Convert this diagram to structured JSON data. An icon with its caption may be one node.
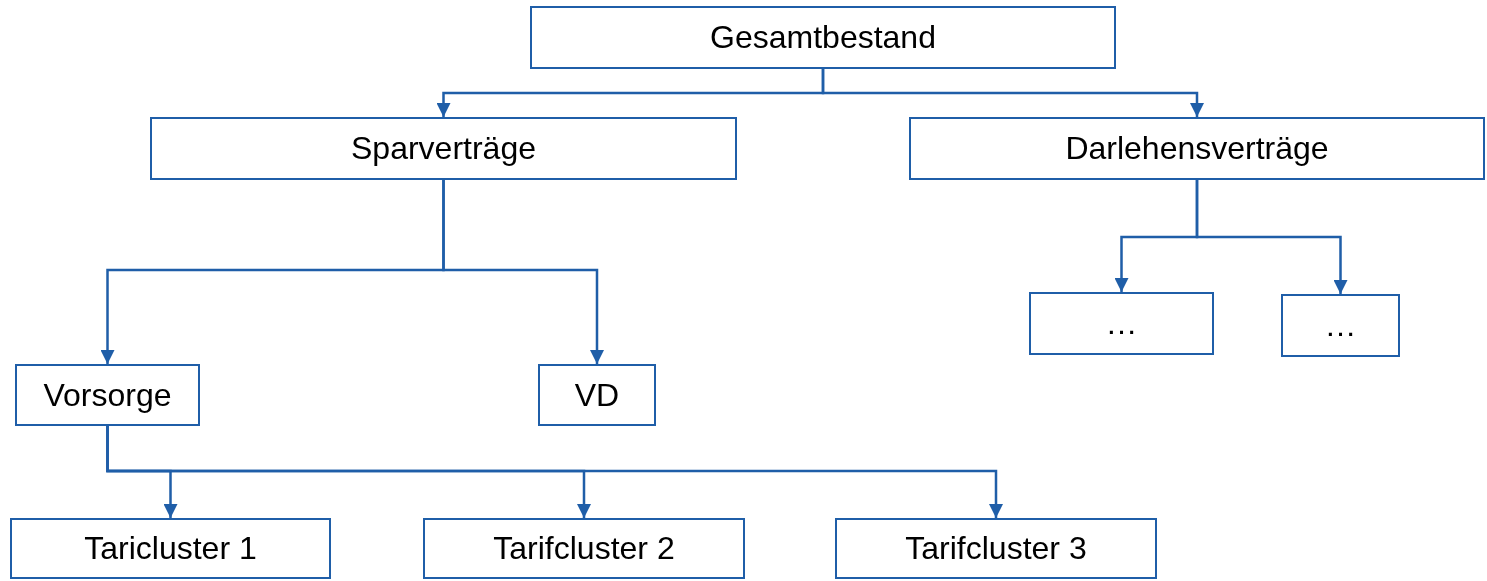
{
  "diagram": {
    "nodes": [
      {
        "text": [
          "Gesamtbestand"
        ]
      },
      {
        "text": [
          "Sparverträge"
        ]
      },
      {
        "text": [
          "Darlehensverträge"
        ]
      },
      {
        "text": [
          "…"
        ]
      },
      {
        "text": [
          "…"
        ]
      },
      {
        "text": [
          "Vorsorge"
        ]
      },
      {
        "text": [
          "VD"
        ]
      },
      {
        "text": [
          "Taricluster 1"
        ]
      },
      {
        "text": [
          "Tarifcluster 2"
        ]
      },
      {
        "text": [
          "Tarifcluster 3"
        ]
      }
    ],
    "edges": [
      {
        "from": 0,
        "to": 1,
        "arrow": "to"
      },
      {
        "from": 0,
        "to": 2,
        "arrow": "to"
      },
      {
        "from": 2,
        "to": 3,
        "arrow": "to"
      },
      {
        "from": 2,
        "to": 4,
        "arrow": "to"
      },
      {
        "from": 1,
        "to": 5,
        "arrow": "to"
      },
      {
        "from": 1,
        "to": 6,
        "arrow": "to"
      },
      {
        "from": 5,
        "to": 7,
        "arrow": "to"
      },
      {
        "from": 5,
        "to": 8,
        "arrow": "to"
      },
      {
        "from": 5,
        "to": 9,
        "arrow": "to"
      }
    ]
  }
}
